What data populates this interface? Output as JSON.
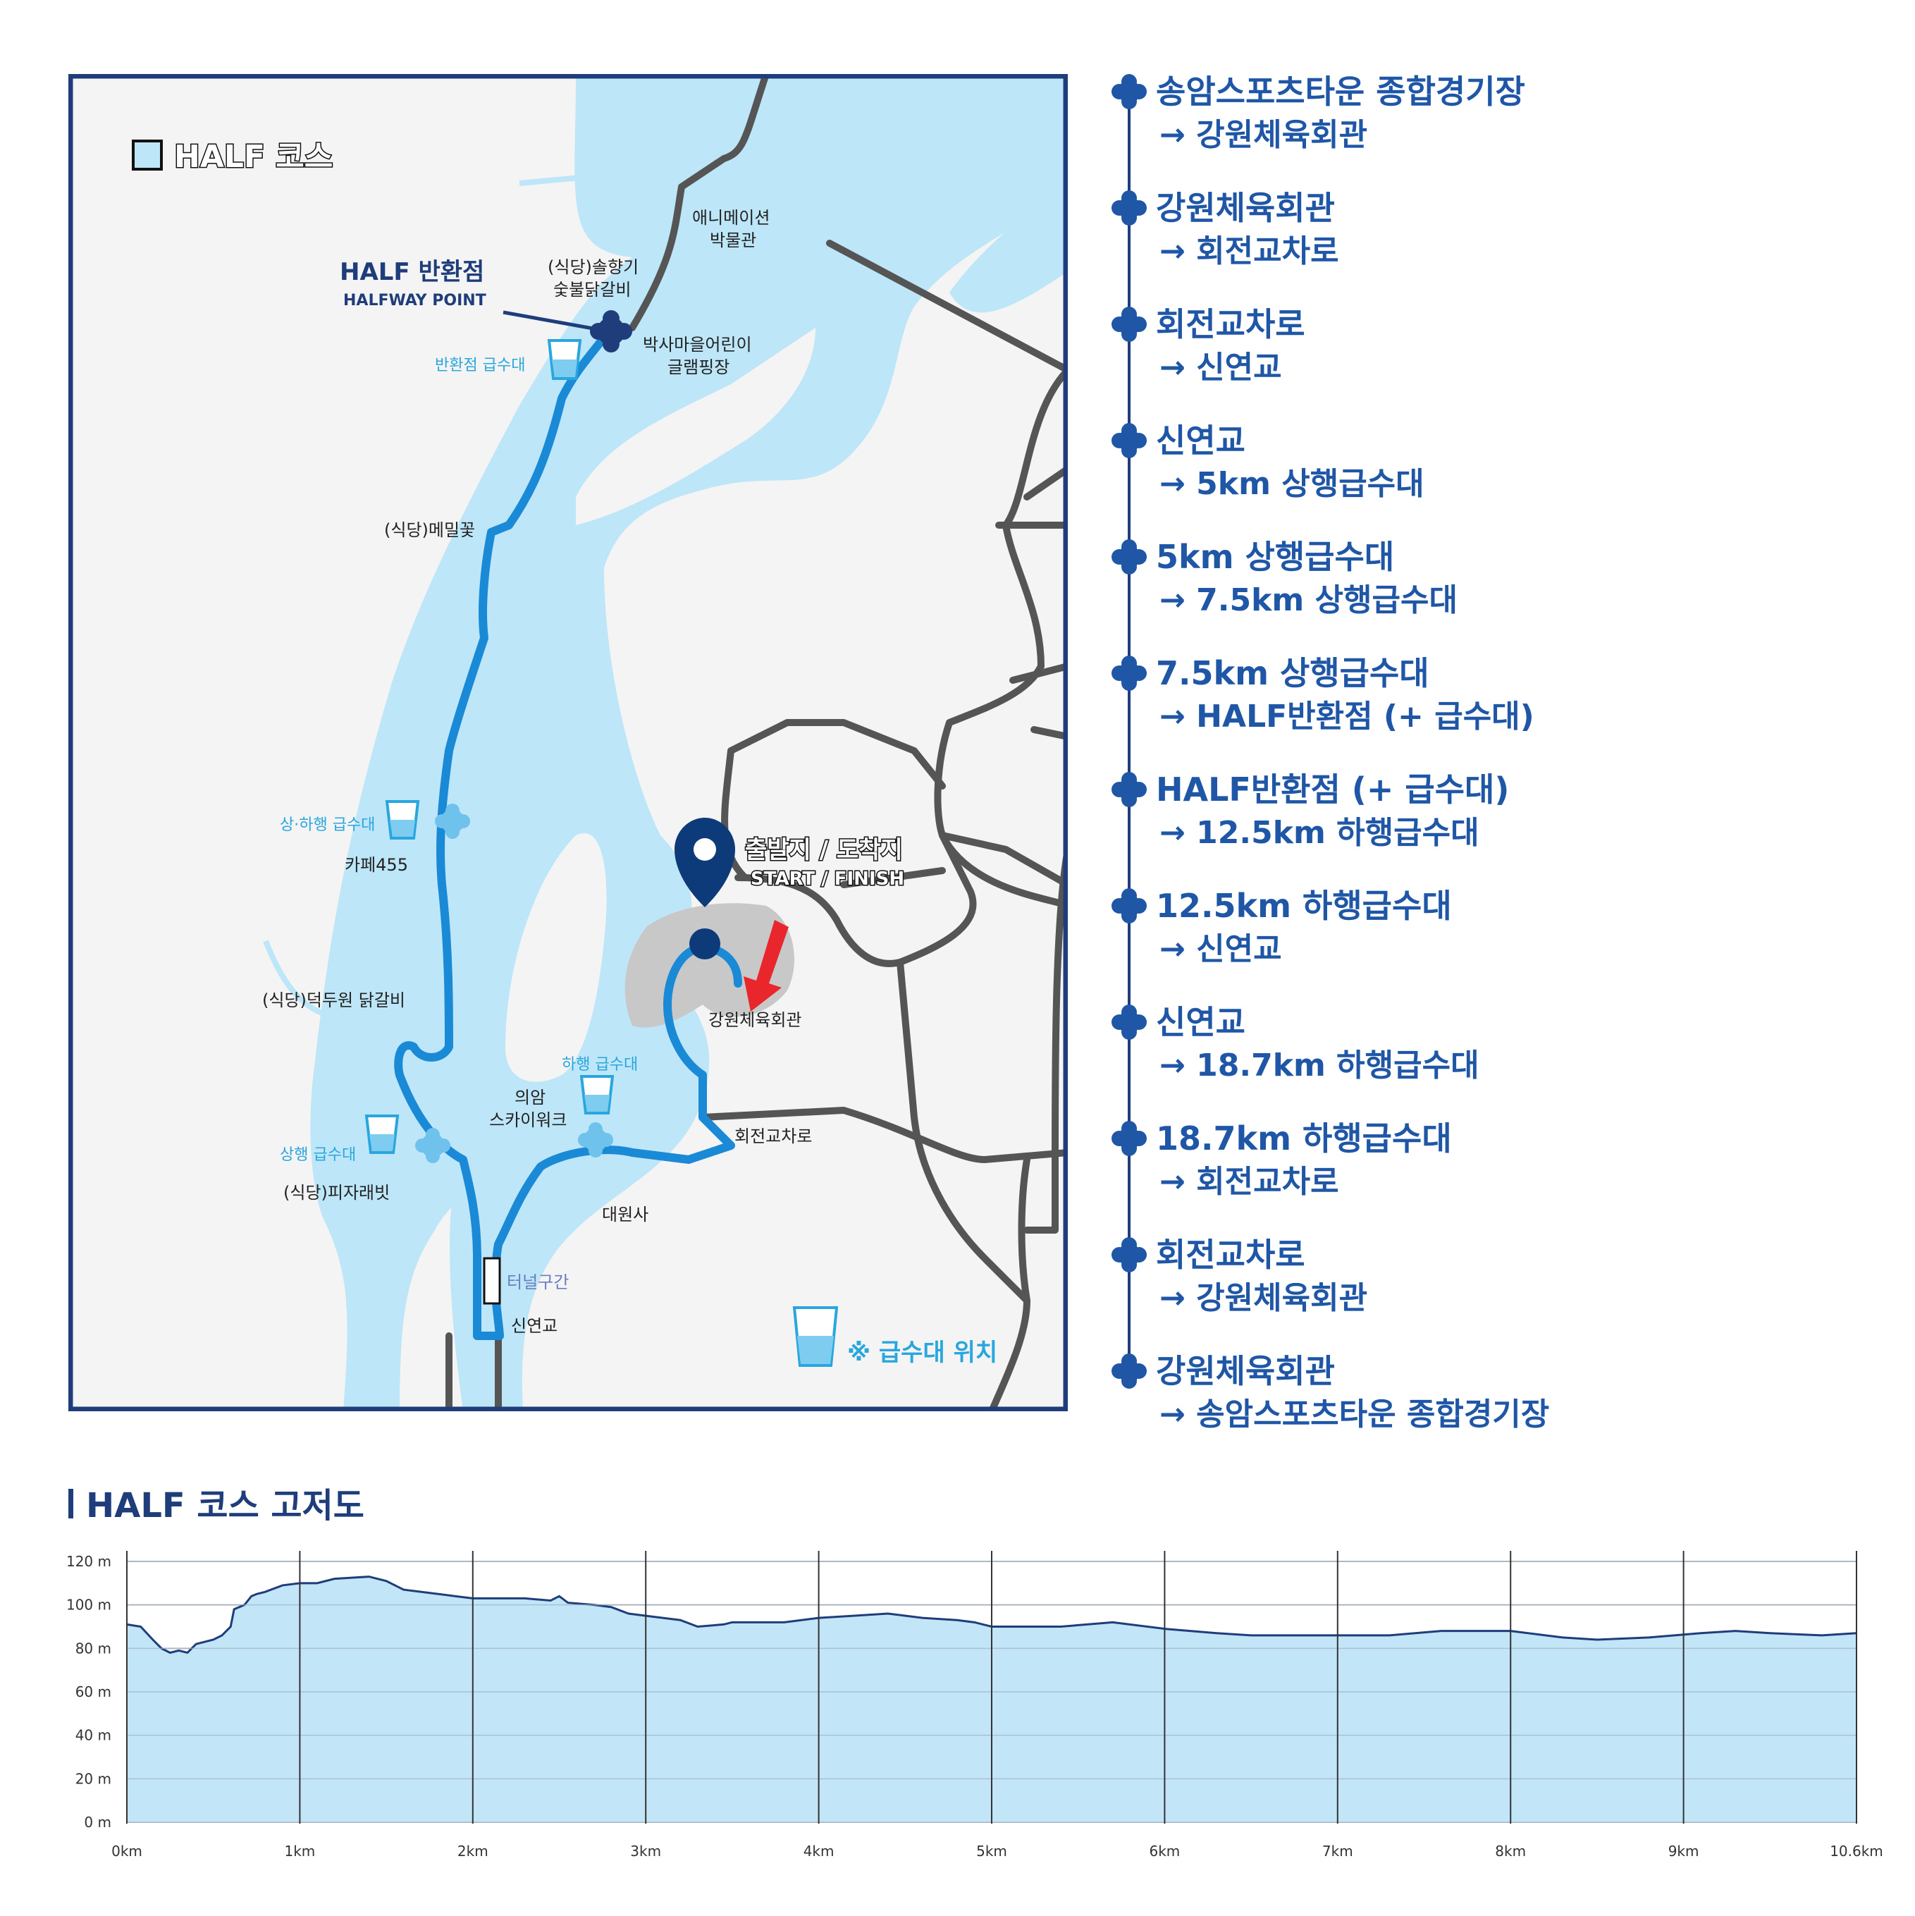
{
  "map": {
    "legend_title": "HALF 코스",
    "halfway_title": "HALF 반환점",
    "halfway_subtitle": "HALFWAY POINT",
    "start_title": "출발지 / 도착지",
    "start_subtitle": "START / FINISH",
    "water_note": "※ 급수대 위치",
    "tunnel_label": "터널구간",
    "water_labels": {
      "turnaround": "반환점 급수대",
      "up_down": "상·하행 급수대",
      "down": "하행 급수대",
      "up": "상행 급수대"
    },
    "places": {
      "animation_museum": [
        "애니메이션",
        "박물관"
      ],
      "solhyanggi": [
        "(식당)솔향기",
        "숯불닭갈비"
      ],
      "glamping": [
        "박사마을어린이",
        "글램핑장"
      ],
      "memil": "(식당)메밀꽃",
      "cafe": "카페455",
      "deokduwon": "(식당)덕두원 닭갈비",
      "pizza": "(식당)피자래빗",
      "skywalk": [
        "의암",
        "스카이워크"
      ],
      "daewonsa": "대원사",
      "gymnasium": "강원체육회관",
      "roundabout": "회전교차로",
      "sinyeon": "신연교"
    },
    "colors": {
      "water": "#bde6f8",
      "route": "#1a8ad6",
      "road": "#555555",
      "frame": "#1f3d7a",
      "accent": "#1f57a6"
    }
  },
  "legend": {
    "steps": [
      {
        "from": "송암스포츠타운 종합경기장",
        "to": "→ 강원체육회관"
      },
      {
        "from": "강원체육회관",
        "to": "→ 회전교차로"
      },
      {
        "from": "회전교차로",
        "to": "→ 신연교"
      },
      {
        "from": "신연교",
        "to": "→ 5km 상행급수대"
      },
      {
        "from": "5km 상행급수대",
        "to": "→ 7.5km 상행급수대"
      },
      {
        "from": "7.5km 상행급수대",
        "to": "→ HALF반환점 (+ 급수대)"
      },
      {
        "from": "HALF반환점 (+ 급수대)",
        "to": "→ 12.5km 하행급수대"
      },
      {
        "from": "12.5km 하행급수대",
        "to": "→ 신연교"
      },
      {
        "from": "신연교",
        "to": "→ 18.7km 하행급수대"
      },
      {
        "from": "18.7km 하행급수대",
        "to": "→ 회전교차로"
      },
      {
        "from": "회전교차로",
        "to": "→ 강원체육회관"
      },
      {
        "from": "강원체육회관",
        "to": "→ 송암스포츠타운 종합경기장"
      }
    ]
  },
  "chart_data": {
    "type": "area",
    "title": "HALF 코스 고저도",
    "xlabel": "",
    "ylabel": "",
    "x_ticks": [
      "0km",
      "1km",
      "2km",
      "3km",
      "4km",
      "5km",
      "6km",
      "7km",
      "8km",
      "9km",
      "10.6km"
    ],
    "y_ticks": [
      "0 m",
      "20 m",
      "40 m",
      "60 m",
      "80 m",
      "100 m",
      "120 m"
    ],
    "ylim": [
      0,
      120
    ],
    "xlim": [
      0,
      10
    ],
    "grid": true,
    "series": [
      {
        "x": [
          0,
          0.08,
          0.15,
          0.2,
          0.25,
          0.3,
          0.35,
          0.4,
          0.45,
          0.5,
          0.55,
          0.6,
          0.62,
          0.68,
          0.72,
          0.75,
          0.8,
          0.9,
          1.0,
          1.1,
          1.2,
          1.4,
          1.5,
          1.6,
          1.7,
          1.9,
          2.0,
          2.3,
          2.45,
          2.5,
          2.55,
          2.7,
          2.8,
          2.9,
          3.0,
          3.2,
          3.3,
          3.45,
          3.5,
          3.8,
          3.9,
          4.0,
          4.2,
          4.4,
          4.6,
          4.8,
          4.9,
          5.0,
          5.4,
          5.7,
          6.0,
          6.3,
          6.5,
          6.8,
          7.0,
          7.3,
          7.6,
          8.0,
          8.3,
          8.5,
          8.8,
          9.1,
          9.3,
          9.5,
          9.8,
          10.0
        ],
        "y": [
          91,
          90,
          84,
          80,
          78,
          79,
          78,
          82,
          83,
          84,
          86,
          90,
          98,
          100,
          104,
          105,
          106,
          109,
          110,
          110,
          112,
          113,
          111,
          107,
          106,
          104,
          103,
          103,
          102,
          104,
          101,
          100,
          99,
          96,
          95,
          93,
          90,
          91,
          92,
          92,
          93,
          94,
          95,
          96,
          94,
          93,
          92,
          90,
          90,
          92,
          89,
          87,
          86,
          86,
          86,
          86,
          88,
          88,
          85,
          84,
          85,
          87,
          88,
          87,
          86,
          87
        ]
      }
    ],
    "colors": {
      "fill": "#bfe4f7",
      "line": "#1f3d7a",
      "title": "#1f3d7a"
    }
  }
}
